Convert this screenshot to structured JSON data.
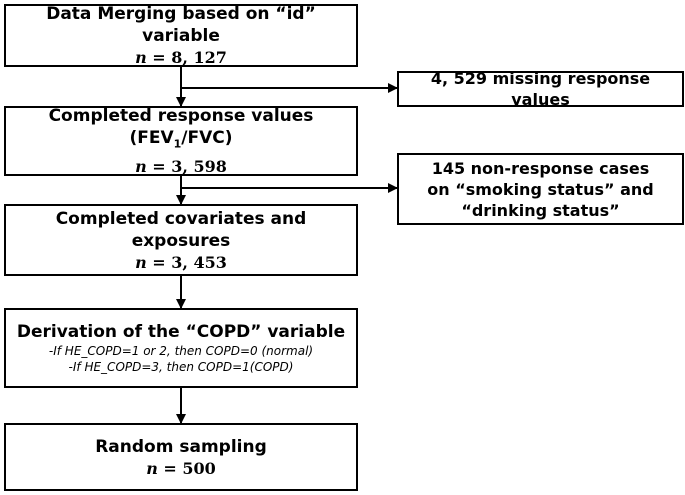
{
  "steps": [
    {
      "title": "Data Merging based on “id” variable",
      "n_label": "n",
      "n_value": "8, 127"
    },
    {
      "title_pre": "Completed response values (FEV",
      "title_sub": "1",
      "title_post": "/FVC)",
      "n_label": "n",
      "n_value": "3, 598"
    },
    {
      "title": "Completed covariates and exposures",
      "n_label": "n",
      "n_value": "3, 453"
    },
    {
      "title": "Derivation of the “COPD” variable",
      "notes": [
        "-If HE_COPD=1 or 2, then COPD=0 (normal)",
        "-If HE_COPD=3, then COPD=1(COPD)"
      ]
    },
    {
      "title": "Random sampling",
      "n_label": "n",
      "n_value": "500"
    }
  ],
  "exclusions": [
    {
      "text": "4, 529 missing response values"
    },
    {
      "lines": [
        "145 non-response cases",
        "on “smoking status” and",
        "“drinking status”"
      ]
    }
  ],
  "equals_sign": "="
}
